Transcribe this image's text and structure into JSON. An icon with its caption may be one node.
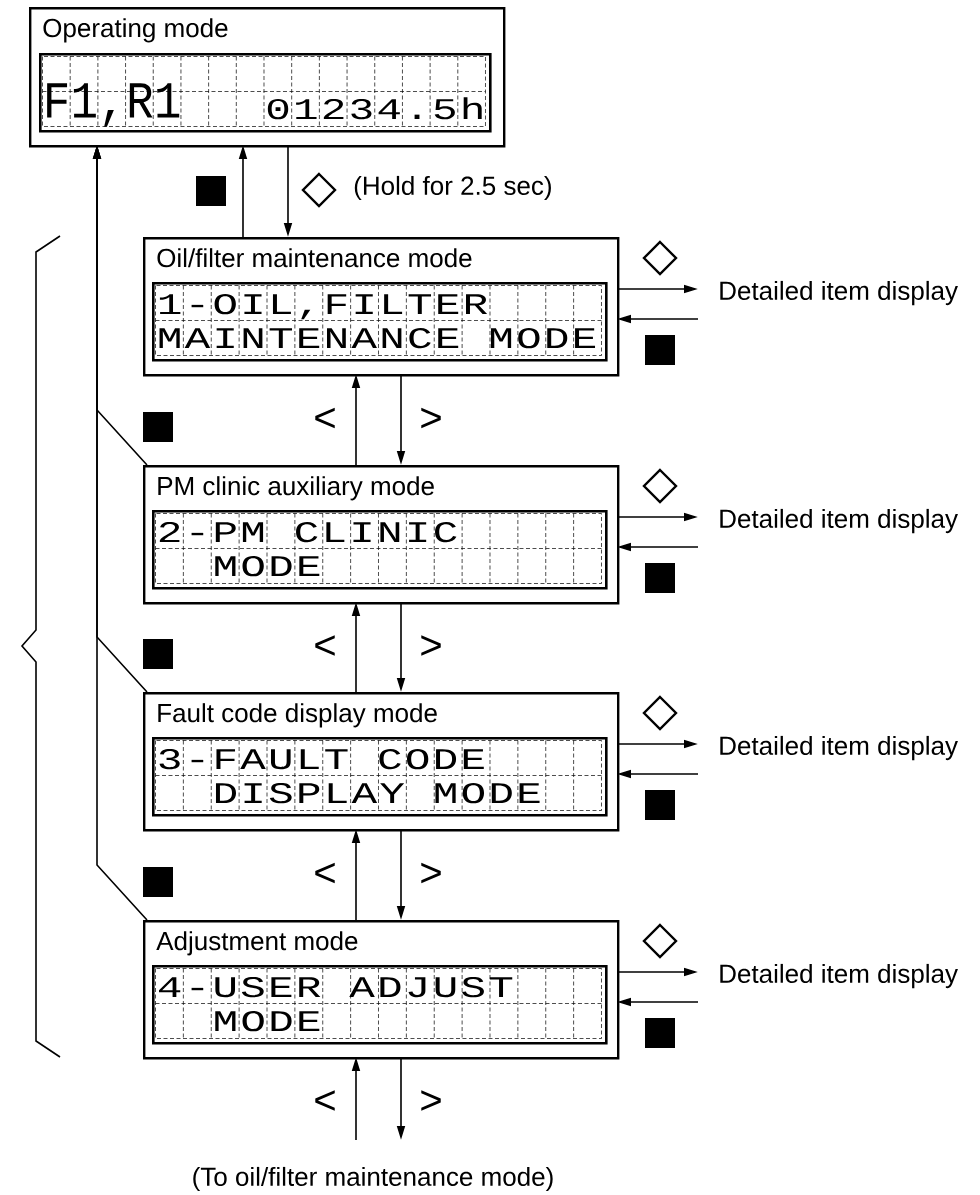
{
  "diagram": {
    "nodes": [
      {
        "text": [
          "Operating mode"
        ]
      },
      {
        "text": [
          "F1,R1",
          "01234.5h"
        ],
        "in": 0
      },
      {
        "text": [
          "Oil/filter maintenance mode"
        ]
      },
      {
        "text": [
          "1-OIL,FILTER",
          "MAINTENANCE MODE"
        ],
        "in": 2
      },
      {
        "text": [
          "PM clinic auxiliary mode"
        ]
      },
      {
        "text": [
          "2-PM CLINIC",
          "MODE"
        ],
        "in": 4
      },
      {
        "text": [
          "Fault code display mode"
        ]
      },
      {
        "text": [
          "3-FAULT CODE",
          "DISPLAY MODE"
        ],
        "in": 6
      },
      {
        "text": [
          "Adjustment mode"
        ]
      },
      {
        "text": [
          "4-USER ADJUST",
          "MODE"
        ],
        "in": 8
      },
      {
        "text": [
          "Detailed item display"
        ]
      },
      {
        "text": [
          "Detailed item display"
        ]
      },
      {
        "text": [
          "Detailed item display"
        ]
      },
      {
        "text": [
          "Detailed item display"
        ]
      },
      {
        "text": [
          "(To oil/filter maintenance mode)"
        ]
      }
    ],
    "edges": [
      {
        "from": 2,
        "to": 0,
        "arrow": "to"
      },
      {
        "from": 0,
        "to": 2,
        "arrow": "to",
        "label": "(Hold for 2.5 sec)"
      },
      {
        "from": 4,
        "to": 2,
        "arrow": "to",
        "label": "<"
      },
      {
        "from": 2,
        "to": 4,
        "arrow": "to",
        "label": ">"
      },
      {
        "from": 6,
        "to": 4,
        "arrow": "to",
        "label": "<"
      },
      {
        "from": 4,
        "to": 6,
        "arrow": "to",
        "label": ">"
      },
      {
        "from": 8,
        "to": 6,
        "arrow": "to",
        "label": "<"
      },
      {
        "from": 6,
        "to": 8,
        "arrow": "to",
        "label": ">"
      },
      {
        "from": 14,
        "to": 8,
        "arrow": "to",
        "label": "<"
      },
      {
        "from": 8,
        "to": 14,
        "arrow": "to",
        "label": ">"
      },
      {
        "from": 2,
        "to": 10,
        "arrow": "to"
      },
      {
        "from": 10,
        "to": 2,
        "arrow": "to"
      },
      {
        "from": 4,
        "to": 11,
        "arrow": "to"
      },
      {
        "from": 11,
        "to": 4,
        "arrow": "to"
      },
      {
        "from": 6,
        "to": 12,
        "arrow": "to"
      },
      {
        "from": 12,
        "to": 6,
        "arrow": "to"
      },
      {
        "from": 8,
        "to": 13,
        "arrow": "to"
      },
      {
        "from": 13,
        "to": 8,
        "arrow": "to"
      },
      {
        "from": 4,
        "to": 0,
        "arrow": "to"
      },
      {
        "from": 6,
        "to": 0,
        "arrow": "to"
      },
      {
        "from": 8,
        "to": 0,
        "arrow": "to"
      }
    ]
  }
}
